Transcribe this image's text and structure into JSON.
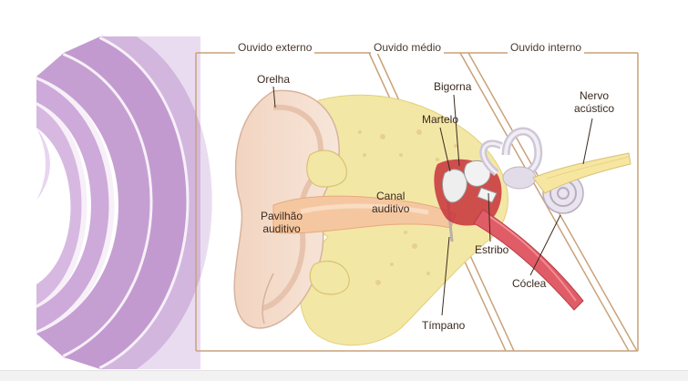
{
  "sections": {
    "outer": "Ouvido externo",
    "middle": "Ouvido médio",
    "inner": "Ouvido interno"
  },
  "labels": {
    "orelha": "Orelha",
    "pavilhao": "Pavilhão\nauditivo",
    "canal": "Canal\nauditivo",
    "bigorna": "Bigorna",
    "martelo": "Martelo",
    "nervo": "Nervo\nacústico",
    "estribo": "Estribo",
    "coclea": "Cóclea",
    "timpano": "Tímpano"
  },
  "colors": {
    "sound_waves": "#c9a6d6",
    "skin": "#f4dccb",
    "cartilage": "#f3e79a",
    "canal": "#f2b98e",
    "tube": "#d9555f",
    "inner_ear": "#e6e0e8",
    "border": "#c9a27a"
  }
}
